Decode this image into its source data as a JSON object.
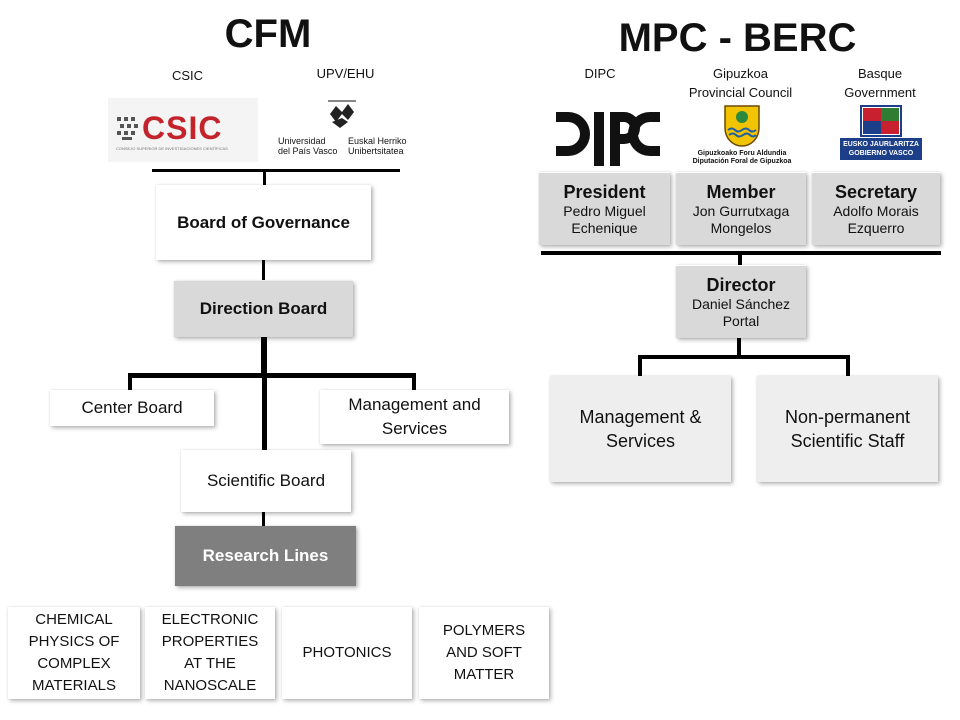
{
  "cfm": {
    "title": "CFM",
    "csic_label": "CSIC",
    "upv_label": "UPV/EHU",
    "csic_logo_text": "CSIC",
    "csic_logo_subtext": "CONSEJO SUPERIOR DE INVESTIGACIONES CIENTÍFICAS",
    "upv_logo_left": [
      "Universidad",
      "del País Vasco"
    ],
    "upv_logo_right": [
      "Euskal Herriko",
      "Unibertsitatea"
    ],
    "board_of_governance": "Board of Governance",
    "direction_board": "Direction Board",
    "center_board": "Center Board",
    "management_services": [
      "Management and",
      "Services"
    ],
    "scientific_board": "Scientific Board",
    "research_lines": "Research Lines",
    "lines": [
      [
        "CHEMICAL",
        "PHYSICS OF",
        "COMPLEX",
        "MATERIALS"
      ],
      [
        "ELECTRONIC",
        "PROPERTIES",
        "AT THE",
        "NANOSCALE"
      ],
      [
        "PHOTONICS"
      ],
      [
        "POLYMERS",
        "AND SOFT",
        "MATTER"
      ]
    ]
  },
  "mpc": {
    "title": "MPC - BERC",
    "dipc_label": "DIPC",
    "gipuzkoa_label": [
      "Gipuzkoa",
      "Provincial Council"
    ],
    "basque_label": [
      "Basque",
      "Government"
    ],
    "dipc_logo_text": "DIPC",
    "gipuzkoa_logo_text": [
      "Gipuzkoako Foru Aldundia",
      "Diputación Foral de Gipuzkoa"
    ],
    "basque_logo_text": [
      "EUSKO JAURLARITZA",
      "GOBIERNO VASCO"
    ],
    "president": {
      "role": "President",
      "name": [
        "Pedro Miguel",
        "Echenique"
      ]
    },
    "member": {
      "role": "Member",
      "name": [
        "Jon Gurrutxaga",
        "Mongelos"
      ]
    },
    "secretary": {
      "role": "Secretary",
      "name": [
        "Adolfo Morais",
        "Ezquerro"
      ]
    },
    "director": {
      "role": "Director",
      "name": [
        "Daniel Sánchez",
        "Portal"
      ]
    },
    "management_services": [
      "Management &",
      "Services"
    ],
    "scientific_staff": [
      "Non-permanent",
      "Scientific Staff"
    ]
  }
}
